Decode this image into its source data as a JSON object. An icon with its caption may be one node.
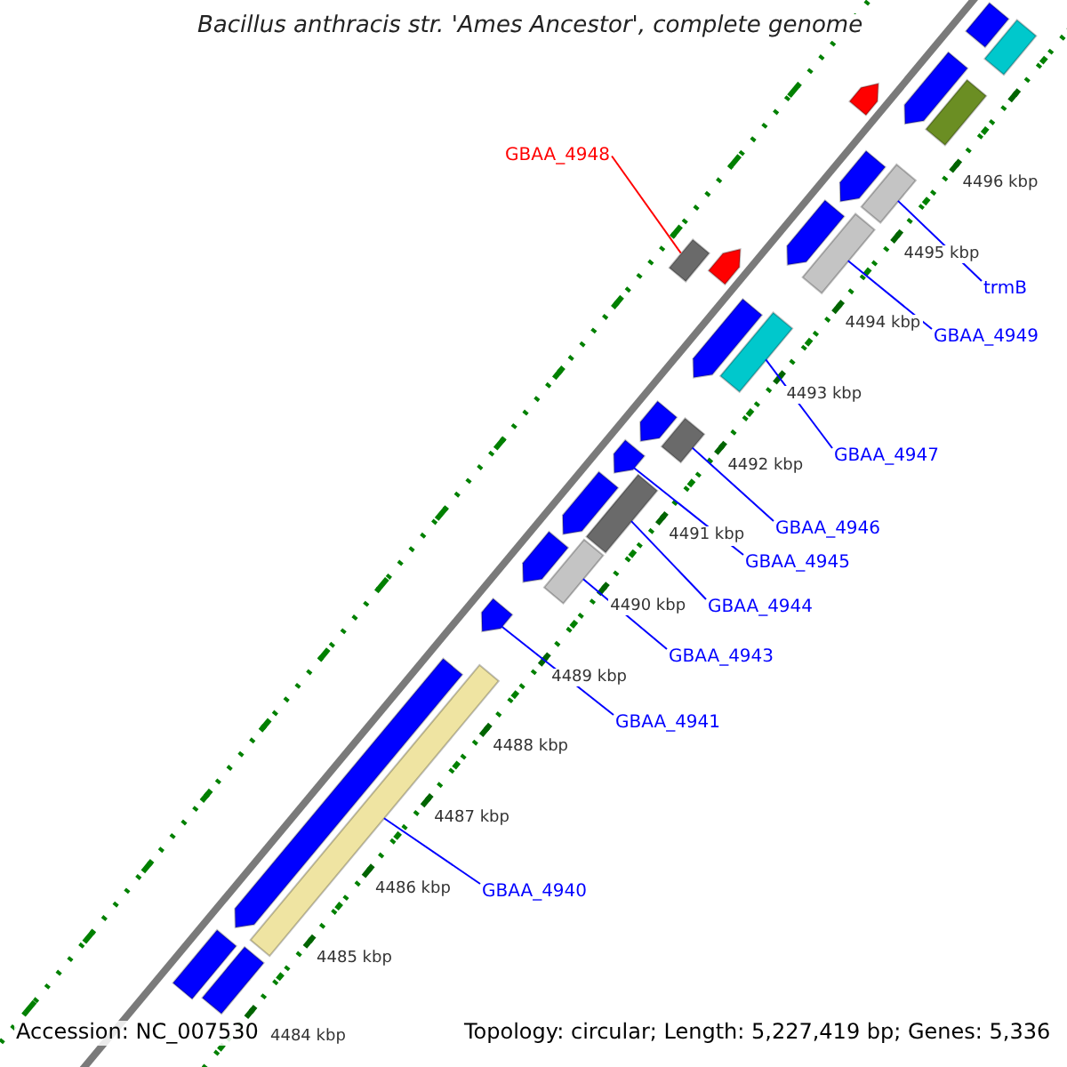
{
  "diagram": {
    "title": "Bacillus anthracis str. 'Ames Ancestor', complete genome",
    "nodes": [
      {
        "text": [
          "GBAA_4948"
        ]
      },
      {
        "text": [],
        "shape": "bar"
      },
      {
        "text": [
          "trmB"
        ]
      },
      {
        "text": [],
        "shape": "bar"
      },
      {
        "text": [
          "GBAA_4949"
        ]
      },
      {
        "text": [],
        "shape": "bar"
      },
      {
        "text": [
          "GBAA_4947"
        ]
      },
      {
        "text": [],
        "shape": "bar"
      },
      {
        "text": [
          "GBAA_4946"
        ]
      },
      {
        "text": [],
        "shape": "bar"
      },
      {
        "text": [
          "GBAA_4945"
        ]
      },
      {
        "text": [],
        "shape": "arrow"
      },
      {
        "text": [
          "GBAA_4944"
        ]
      },
      {
        "text": [],
        "shape": "bar"
      },
      {
        "text": [
          "GBAA_4943"
        ]
      },
      {
        "text": [],
        "shape": "bar"
      },
      {
        "text": [
          "GBAA_4941"
        ]
      },
      {
        "text": [],
        "shape": "arrow"
      },
      {
        "text": [
          "GBAA_4940"
        ]
      },
      {
        "text": [],
        "shape": "bar"
      },
      {
        "text": [],
        "shape": "bar"
      },
      {
        "text": [],
        "shape": "bar"
      },
      {
        "text": [],
        "shape": "arrow"
      },
      {
        "text": [],
        "shape": "arrow"
      },
      {
        "text": [],
        "shape": "bar"
      },
      {
        "text": [],
        "shape": "arrow"
      },
      {
        "text": [],
        "shape": "arrow"
      },
      {
        "text": [],
        "shape": "arrow"
      },
      {
        "text": [],
        "shape": "arrow"
      },
      {
        "text": [],
        "shape": "arrow"
      },
      {
        "text": [],
        "shape": "arrow"
      },
      {
        "text": [],
        "shape": "arrow"
      },
      {
        "text": [],
        "shape": "arrow"
      },
      {
        "text": [],
        "shape": "bar"
      },
      {
        "text": [],
        "shape": "bar"
      }
    ],
    "edges": [
      {
        "from": 0,
        "to": 1,
        "arrow": "none",
        "color": "#ff0000"
      },
      {
        "from": 2,
        "to": 3,
        "arrow": "none"
      },
      {
        "from": 4,
        "to": 5,
        "arrow": "none"
      },
      {
        "from": 6,
        "to": 7,
        "arrow": "none"
      },
      {
        "from": 8,
        "to": 9,
        "arrow": "none"
      },
      {
        "from": 10,
        "to": 11,
        "arrow": "none"
      },
      {
        "from": 12,
        "to": 13,
        "arrow": "none"
      },
      {
        "from": 14,
        "to": 15,
        "arrow": "none"
      },
      {
        "from": 16,
        "to": 17,
        "arrow": "none"
      },
      {
        "from": 18,
        "to": 19,
        "arrow": "none"
      }
    ],
    "labels": [
      "4496 kbp",
      "4495 kbp",
      "4494 kbp",
      "4493 kbp",
      "4492 kbp",
      "4491 kbp",
      "4490 kbp",
      "4489 kbp",
      "4488 kbp",
      "4487 kbp",
      "4486 kbp",
      "4485 kbp",
      "Accession: NC_007530",
      "4484 kbp",
      "Topology: circular; Length: 5,227,419 bp; Genes: 5,336"
    ]
  }
}
